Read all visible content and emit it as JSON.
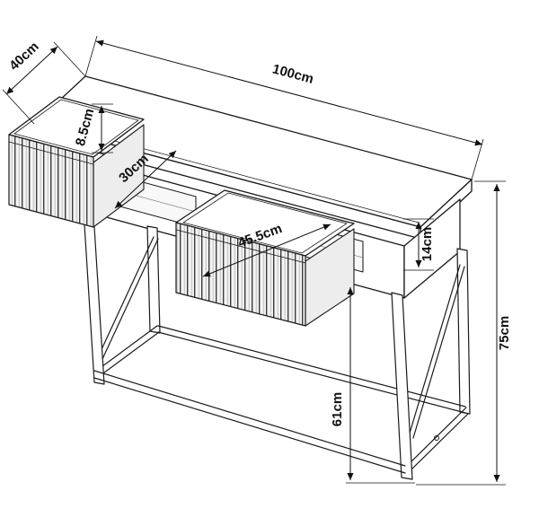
{
  "labels": {
    "depth": "40cm",
    "width": "100cm",
    "drawer_side_height": "8.5cm",
    "drawer_depth": "30cm",
    "drawer_width": "45.5cm",
    "apron_height": "14cm",
    "total_height": "75cm",
    "leg_height": "61cm"
  },
  "colors": {
    "line": "#1a1a1a",
    "background": "#ffffff",
    "slat_dark": "#3a3a3a",
    "slat_light": "#f4f4f4"
  }
}
